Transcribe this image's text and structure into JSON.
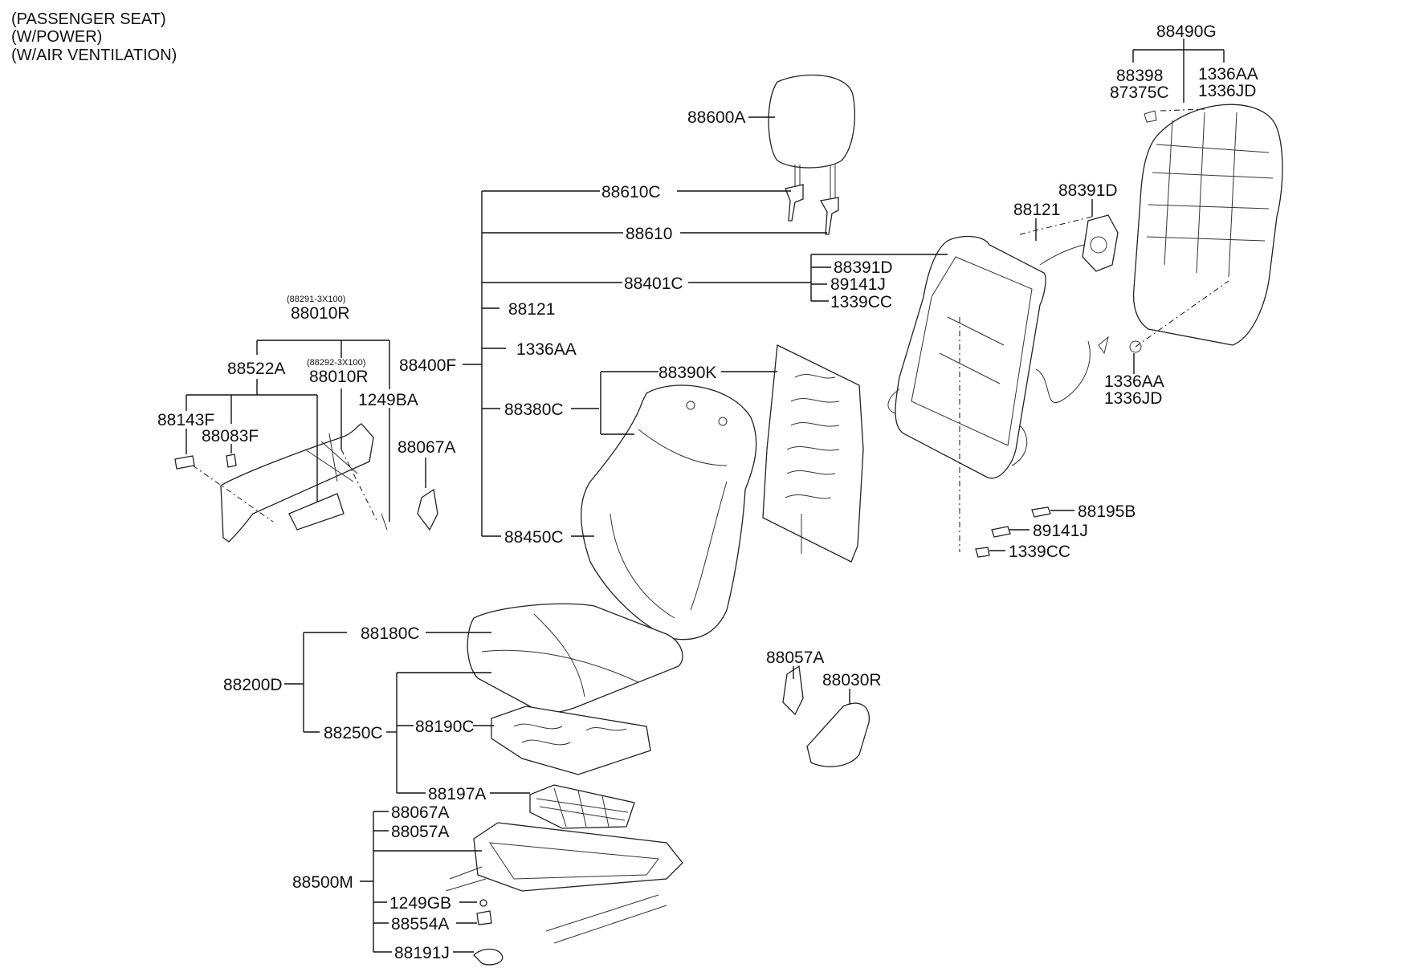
{
  "header": {
    "line1": "(PASSENGER SEAT)",
    "line2": "(W/POWER)",
    "line3": "(W/AIR VENTILATION)"
  },
  "labels": {
    "p88490G": "88490G",
    "p88398": "88398",
    "p87375C": "87375C",
    "p1336AA_top": "1336AA",
    "p1336JD_top": "1336JD",
    "p88600A": "88600A",
    "p88610C": "88610C",
    "p88610": "88610",
    "p88401C": "88401C",
    "p88121_mid": "88121",
    "p1336AA_mid": "1336AA",
    "p88400F": "88400F",
    "p88380C": "88380C",
    "p88450C": "88450C",
    "p88390K": "88390K",
    "p88391D_top": "88391D",
    "p88121_top": "88121",
    "p88391D": "88391D",
    "p89141J_top": "89141J",
    "p1339CC_top": "1339CC",
    "p1336AA_right": "1336AA",
    "p1336JD_right": "1336JD",
    "p88195B": "88195B",
    "p89141J": "89141J",
    "p1339CC": "1339CC",
    "p88291_note": "(88291-3X100)",
    "p88010R_a": "88010R",
    "p88292_note": "(88292-3X100)",
    "p88010R_b": "88010R",
    "p88522A": "88522A",
    "p1249BA": "1249BA",
    "p88143F": "88143F",
    "p88083F": "88083F",
    "p88067A_left": "88067A",
    "p88180C": "88180C",
    "p88200D": "88200D",
    "p88250C": "88250C",
    "p88190C": "88190C",
    "p88197A": "88197A",
    "p88057A_mid": "88057A",
    "p88030R": "88030R",
    "p88067A": "88067A",
    "p88057A": "88057A",
    "p88500M": "88500M",
    "p1249GB": "1249GB",
    "p88554A": "88554A",
    "p88191J": "88191J"
  }
}
